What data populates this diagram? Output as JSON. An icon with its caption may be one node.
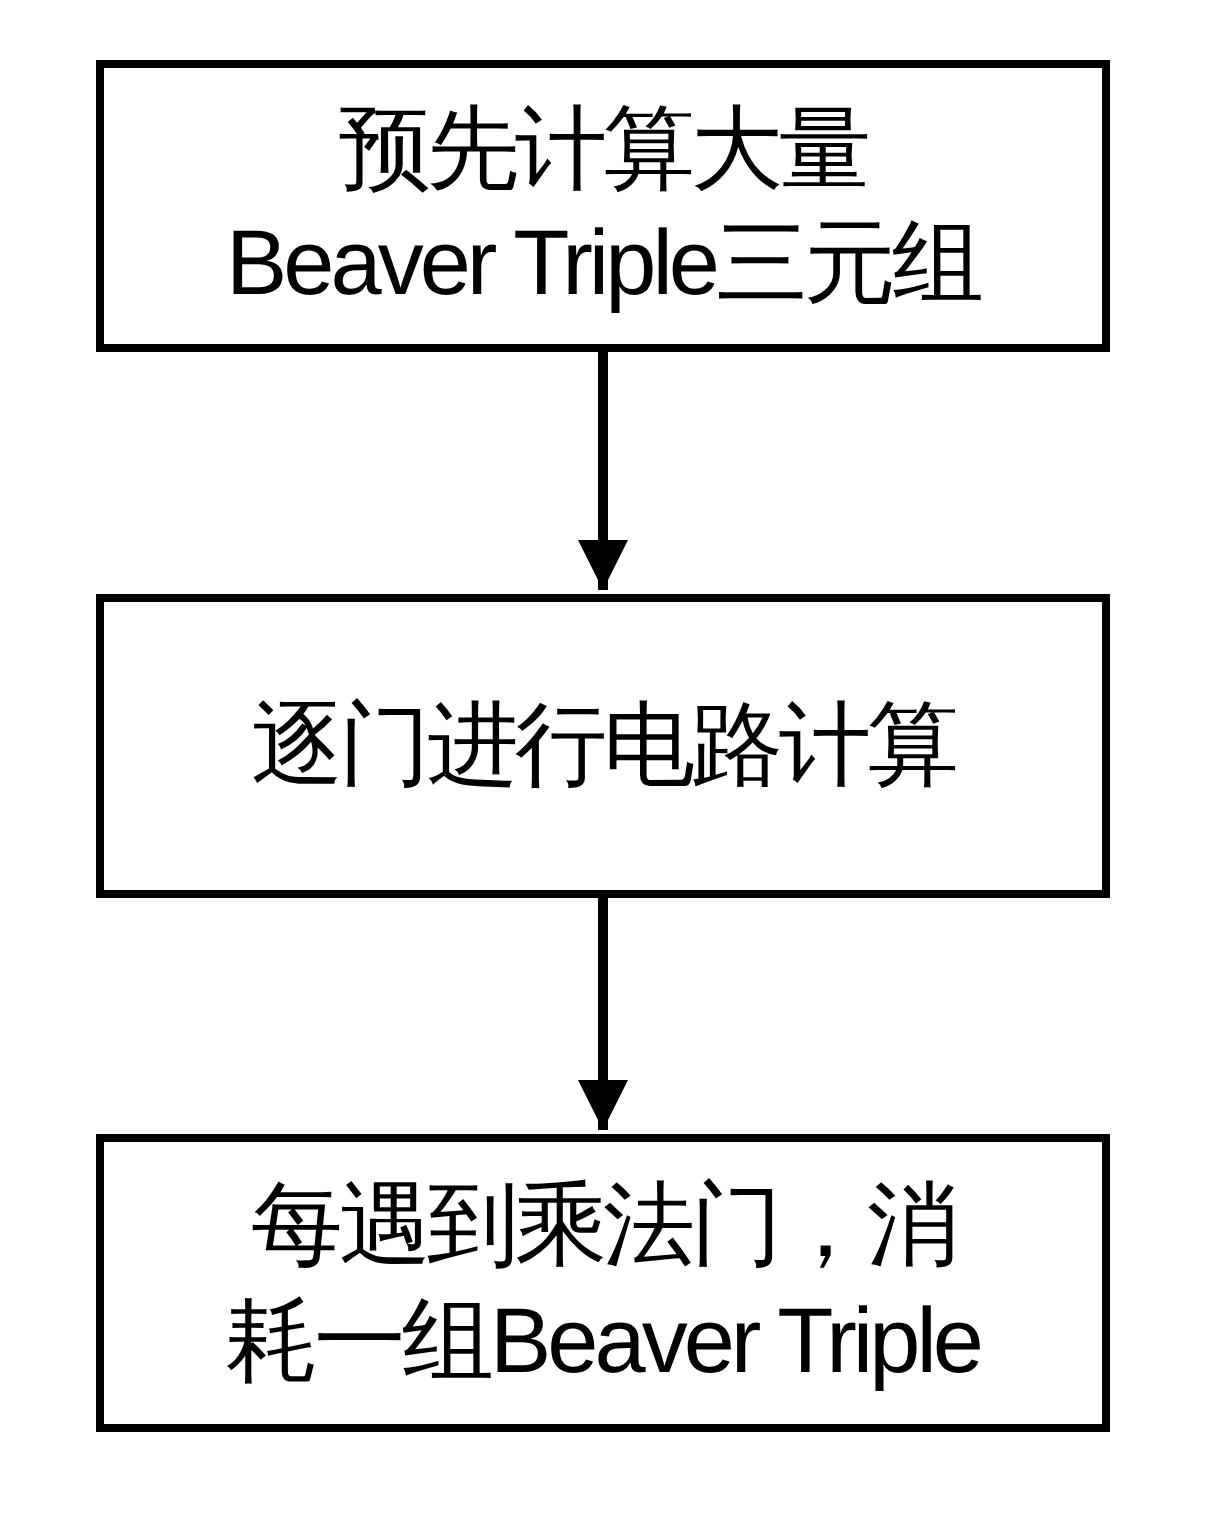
{
  "diagram": {
    "nodes": [
      {
        "text": [
          "预先计算大量 Beaver Triple三元组"
        ]
      },
      {
        "text": [
          "逐门进行电路计算"
        ]
      },
      {
        "text": [
          "每遇到乘法门，消耗一组Beaver Triple"
        ]
      }
    ],
    "edges": [
      {
        "from": 0,
        "to": 1,
        "arrow": "to"
      },
      {
        "from": 1,
        "to": 2,
        "arrow": "to"
      }
    ]
  }
}
